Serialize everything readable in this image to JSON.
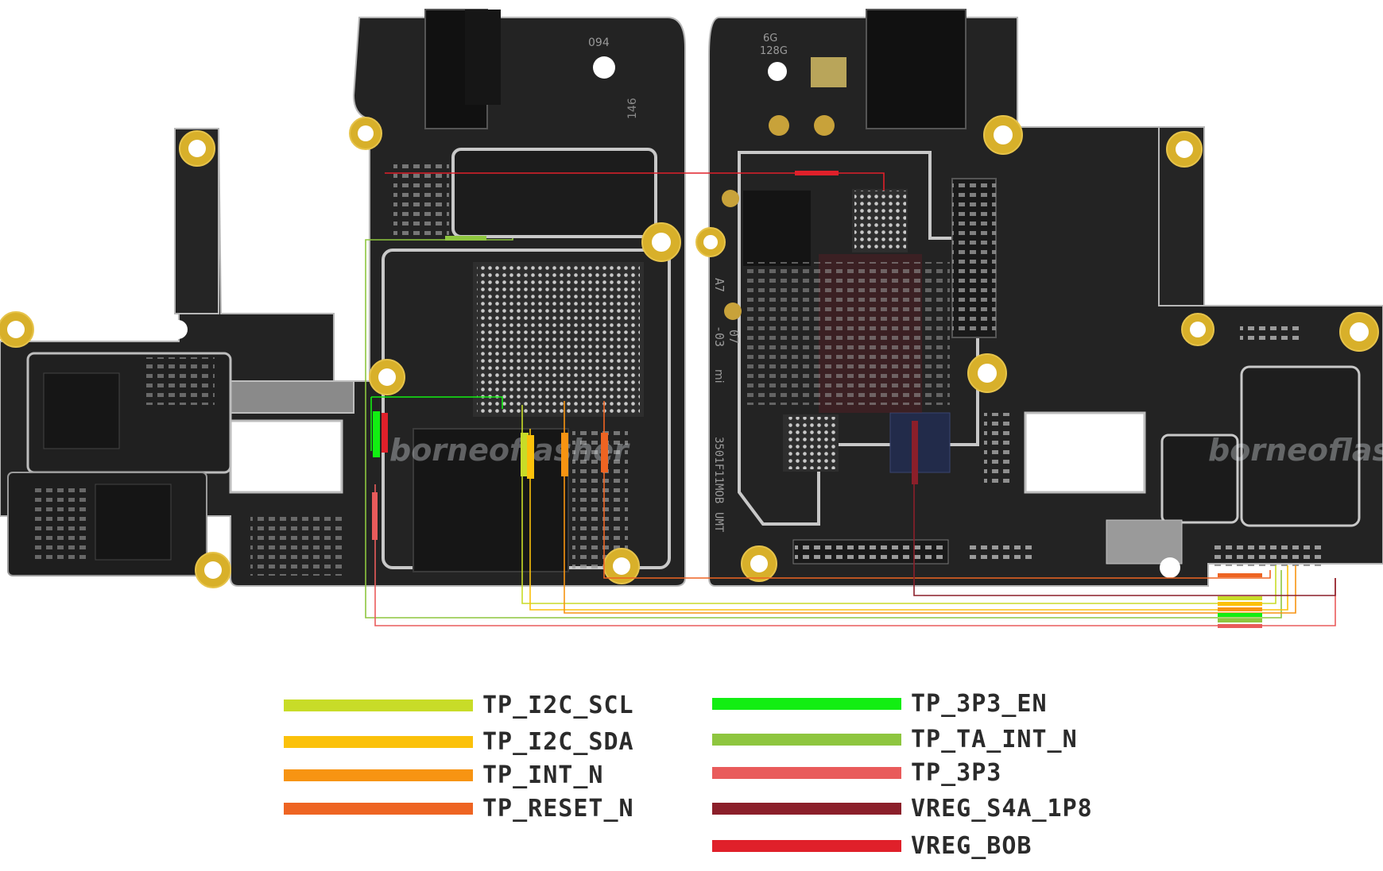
{
  "board": {
    "silkscreen": [
      "094",
      "146",
      "6G",
      "128G",
      "A7",
      "07",
      "-03",
      "mi",
      "3501F11MOB",
      "UMT"
    ],
    "watermark": "borneoflasher"
  },
  "legend": {
    "left": [
      {
        "label": "TP_I2C_SCL",
        "color": "#c8dc28"
      },
      {
        "label": "TP_I2C_SDA",
        "color": "#fbc10b"
      },
      {
        "label": "TP_INT_N",
        "color": "#f79412"
      },
      {
        "label": "TP_RESET_N",
        "color": "#ee6422"
      }
    ],
    "right": [
      {
        "label": "TP_3P3_EN",
        "color": "#12ee12"
      },
      {
        "label": "TP_TA_INT_N",
        "color": "#8ec63f"
      },
      {
        "label": "TP_3P3",
        "color": "#e95b5b"
      },
      {
        "label": "VREG_S4A_1P8",
        "color": "#8b1f2a"
      },
      {
        "label": "VREG_BOB",
        "color": "#e0202a"
      }
    ]
  }
}
